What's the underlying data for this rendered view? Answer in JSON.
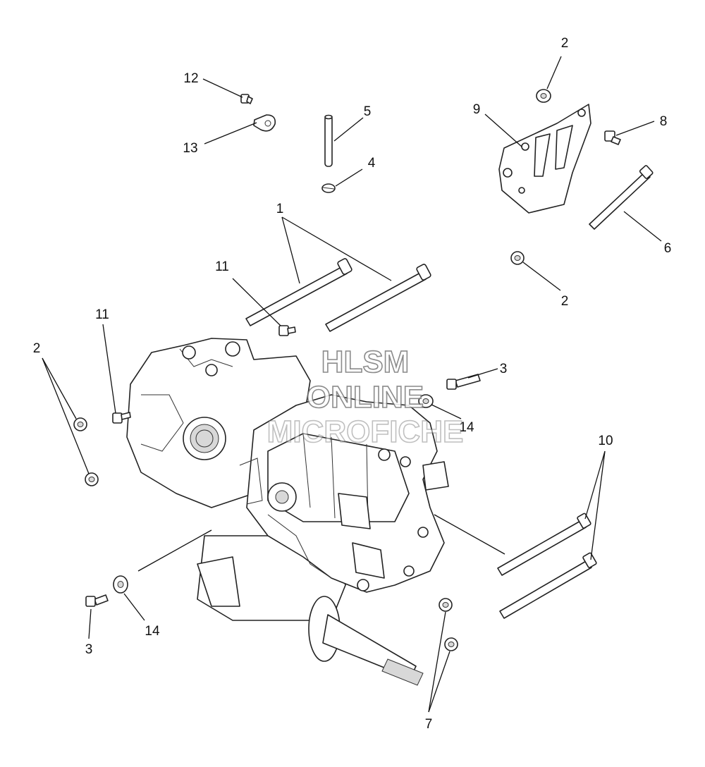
{
  "callouts": {
    "c1": "1",
    "c2_top": "2",
    "c2_mid": "2",
    "c2_left": "2",
    "c3_right": "3",
    "c3_left": "3",
    "c4": "4",
    "c5": "5",
    "c6": "6",
    "c7": "7",
    "c8": "8",
    "c9": "9",
    "c10": "10",
    "c11_mid": "11",
    "c11_left": "11",
    "c12": "12",
    "c13": "13",
    "c14_right": "14",
    "c14_left": "14"
  },
  "watermark": {
    "line1": "HLSM",
    "line2": "ONLINE",
    "line3": "MICROFICHE"
  }
}
